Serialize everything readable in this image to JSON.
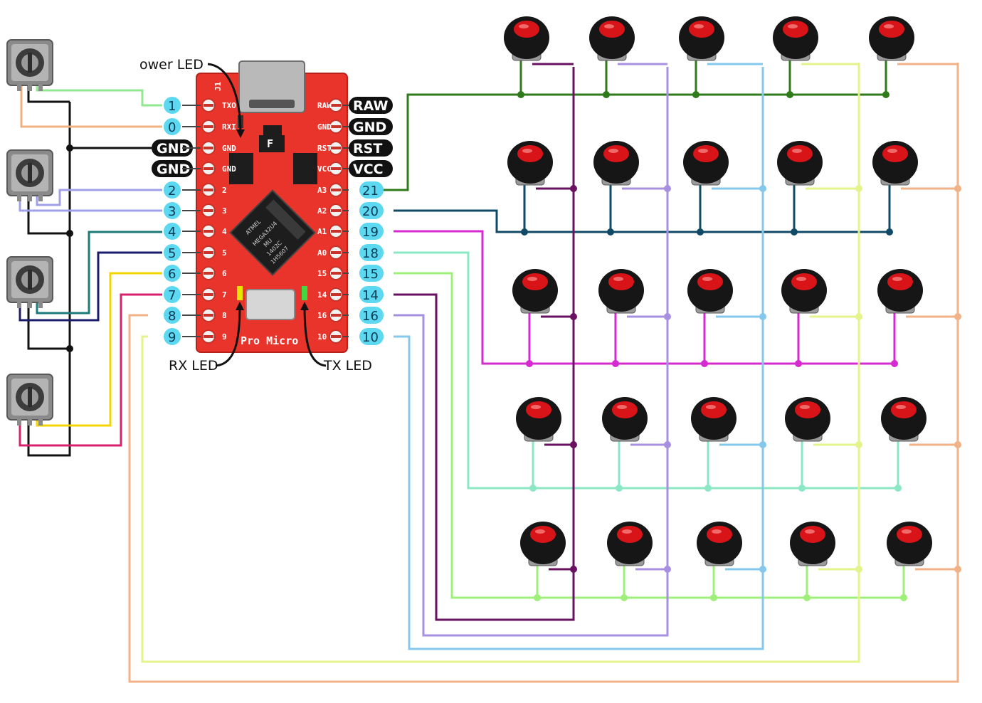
{
  "board": {
    "name": "Pro Micro",
    "chip_text": [
      "ATMEL",
      "MEGA32U4",
      "MU",
      "1402C",
      "1H5607"
    ],
    "fuse_label": "F",
    "corner_label": "J1",
    "left_silk": [
      "TXO",
      "RXI",
      "GND",
      "GND",
      "2",
      "3",
      "4",
      "5",
      "6",
      "7",
      "8",
      "9"
    ],
    "right_silk": [
      "RAW",
      "GND",
      "RST",
      "VCC",
      "A3",
      "A2",
      "A1",
      "A0",
      "15",
      "14",
      "16",
      "10"
    ]
  },
  "left_pins": [
    "1",
    "0",
    "GND",
    "GND",
    "2",
    "3",
    "4",
    "5",
    "6",
    "7",
    "8",
    "9"
  ],
  "right_pins": [
    "RAW",
    "GND",
    "RST",
    "VCC",
    "21",
    "20",
    "19",
    "18",
    "15",
    "14",
    "16",
    "10"
  ],
  "annotations": {
    "power_led": "ower LED",
    "rx_led": "RX LED",
    "tx_led": "TX LED"
  },
  "encoders": {
    "count": 4
  },
  "buttons": {
    "rows": 5,
    "cols": 5
  },
  "colors": {
    "board_red": "#e8342a",
    "pin_cyan": "#5cd8f0",
    "pin_black": "#111111",
    "button_red": "#d91419",
    "row1": "#2f7a1a",
    "row2": "#104a66",
    "row3": "#d52ad0",
    "row4": "#8ce8c4",
    "row5": "#9ef07a",
    "col1": "#6a1060",
    "col2": "#a890e0",
    "col3": "#84c8ec",
    "col4": "#e4f38a",
    "col5": "#f0b286",
    "enc_green": "#90e890",
    "enc_orange": "#f0b080",
    "enc_lavender": "#a0a0e8",
    "enc_teal": "#1c7a7a",
    "enc_navy": "#1c1c6c",
    "enc_yellow": "#f4d400",
    "enc_pink": "#d8206c"
  }
}
